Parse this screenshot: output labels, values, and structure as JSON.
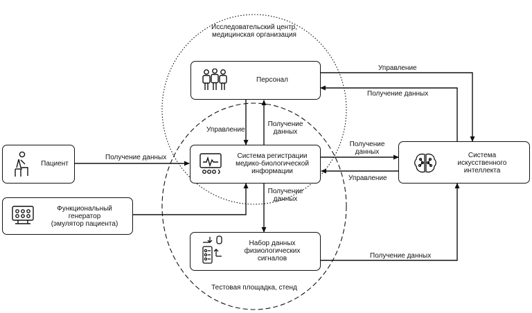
{
  "regions": {
    "research_center": {
      "line1": "Исследовательский центр,",
      "line2": "медицинская организация"
    },
    "test_site": "Тестовая площадка, стенд"
  },
  "nodes": {
    "personnel": "Персонал",
    "registration": {
      "line1": "Система регистрации",
      "line2": "медико-биологической",
      "line3": "информации"
    },
    "dataset": {
      "line1": "Набор данных",
      "line2": "физиологических",
      "line3": "сигналов"
    },
    "patient": "Пациент",
    "generator": {
      "line1": "Функциональный",
      "line2": "генератор",
      "line3": "(эмулятор пациента)"
    },
    "ai": {
      "line1": "Система",
      "line2": "искусственного",
      "line3": "интеллекта"
    }
  },
  "edges": {
    "ai_control_top": "Управление",
    "ai_data_to_personnel": "Получение данных",
    "personnel_control": "Управление",
    "reg_data_to_personnel": {
      "line1": "Получение",
      "line2": "данных"
    },
    "patient_data": "Получение данных",
    "reg_data_to_ai": {
      "line1": "Получение",
      "line2": "данных"
    },
    "ai_control_to_reg": "Управление",
    "reg_data_to_dataset": {
      "line1": "Получение",
      "line2": "данных"
    },
    "dataset_data_to_ai": "Получение данных"
  },
  "icons": {
    "personnel": "people-icon",
    "registration": "monitor-icon",
    "dataset": "dataset-icon",
    "patient": "seated-person-icon",
    "generator": "generator-icon",
    "ai": "brain-icon"
  }
}
